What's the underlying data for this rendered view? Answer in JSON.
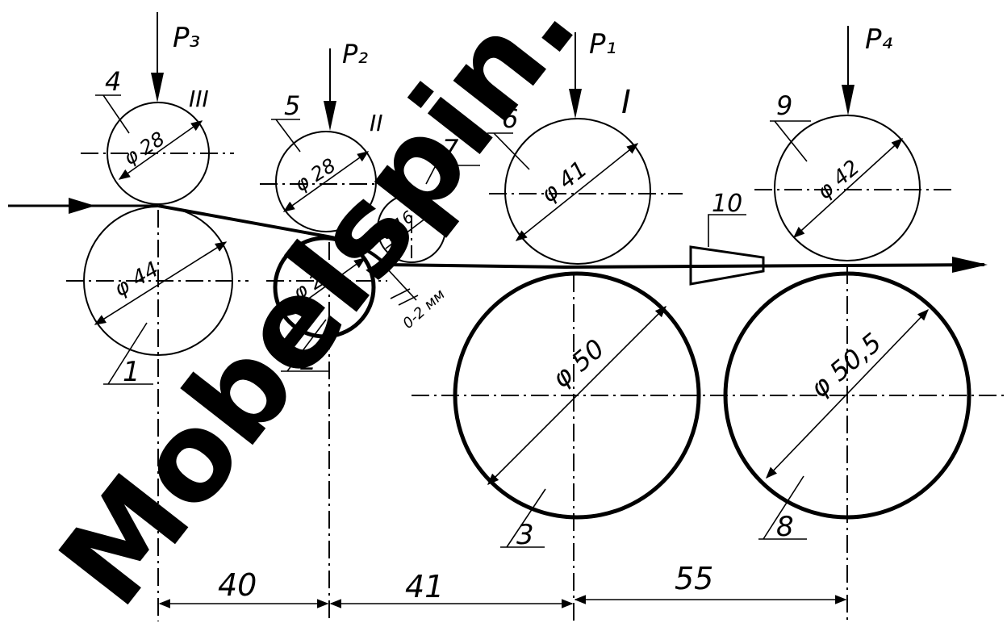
{
  "loads": {
    "p1": "P₁",
    "p2": "P₂",
    "p3": "P₃",
    "p4": "P₄"
  },
  "stations": {
    "s1": "I",
    "s2": "II",
    "s3": "III"
  },
  "diameters": {
    "d1": "φ 44",
    "d2": "φ 28",
    "d3": "φ 50",
    "d4": "φ 28",
    "d5": "φ 28",
    "d6": "φ 41",
    "d7": "φ 16",
    "d8": "φ 50,5",
    "d9": "φ 42"
  },
  "parts": {
    "n1": "1",
    "n2": "2",
    "n3": "3",
    "n4": "4",
    "n5": "5",
    "n6": "6",
    "n7": "7",
    "n8": "8",
    "n9": "9",
    "n10": "10"
  },
  "gap_note": "0-2 мм",
  "dimensions": {
    "a": "40",
    "b": "41",
    "c": "55"
  },
  "watermark": "Mobelspin.V",
  "colors": {
    "line": "#000000",
    "background": "#ffffff",
    "watermark": "#000000"
  }
}
